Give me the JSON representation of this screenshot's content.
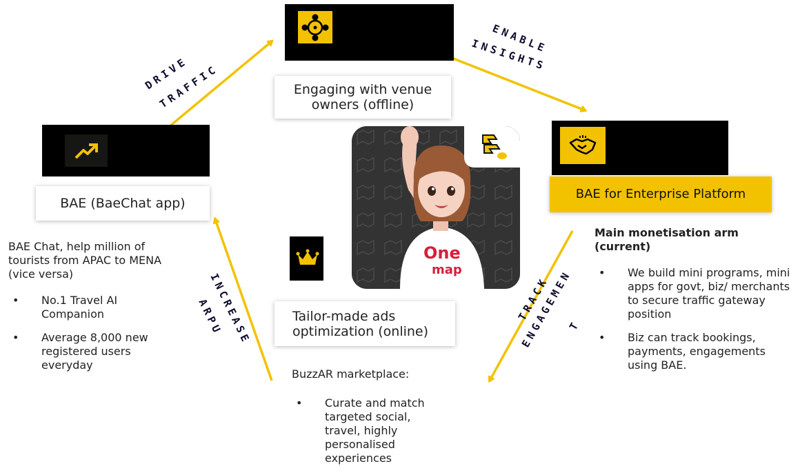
{
  "nodes": {
    "top": {
      "label": "Engaging with venue owners (offline)",
      "icon": "network-icon"
    },
    "left": {
      "label": "BAE (BaeChat app)",
      "icon": "trending-up-icon"
    },
    "right": {
      "label": "BAE for Enterprise Platform",
      "icon": "handshake-icon"
    },
    "bottom": {
      "label": "Tailor-made ads optimization (online)",
      "icon": "crown-icon"
    }
  },
  "arrows": {
    "drive_l1": "DRIVE",
    "drive_l2": "TRAFFIC",
    "enable_l1": "ENABLE",
    "enable_l2": "INSIGHTS",
    "track_l1": "TRACK",
    "track_l2": "ENGAGEMEN",
    "track_l3": "T",
    "increase_l1": "INCREASE",
    "increase_l2": "ARPU"
  },
  "left_text": {
    "intro": "BAE Chat, help million of tourists from APAC to MENA (vice versa)",
    "bullets": [
      "No.1 Travel AI Companion",
      "Average 8,000 new registered users everyday"
    ]
  },
  "right_text": {
    "heading": "Main monetisation arm (current)",
    "bullets": [
      "We build mini programs, mini apps for govt, biz/ merchants to secure traffic gateway position",
      "Biz can track bookings, payments, engagements using BAE."
    ]
  },
  "bottom_text": {
    "intro": "BuzzAR marketplace:",
    "bullets": [
      "Curate and match targeted social, travel, highly personalised experiences"
    ]
  },
  "center": {
    "shirt_text": "One",
    "shirt_text2": "map",
    "logo_icon": "bae-logo-icon"
  },
  "colors": {
    "accent": "#f2c200",
    "dark": "#000000",
    "arrow": "#f2c200"
  }
}
